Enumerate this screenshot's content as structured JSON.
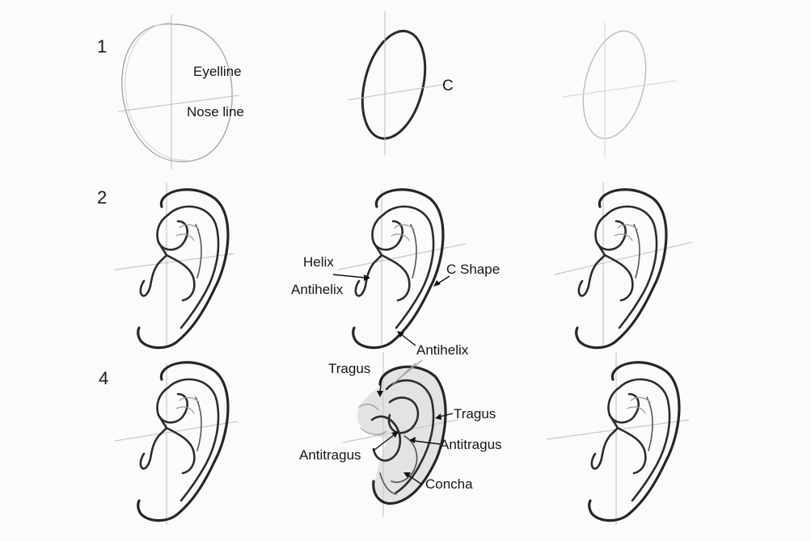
{
  "steps": [
    "1",
    "2",
    "4"
  ],
  "labels": {
    "eyeline": "Eyelline",
    "nose_line": "Nose line",
    "c": "C",
    "helix": "Helix",
    "antihelix_left": "Antihelix",
    "c_shape": "C Shape",
    "antihelix_bottom": "Antihelix",
    "tragus_top": "Tragus",
    "tragus_right": "Tragus",
    "antitragus_left": "Antitragus",
    "antitragus_right": "Antitragus",
    "concha": "Concha"
  },
  "colors": {
    "background": "#fbfbfa",
    "ink": "#262626",
    "guide": "#bdbdbd",
    "shading": "#cfcfcf"
  }
}
